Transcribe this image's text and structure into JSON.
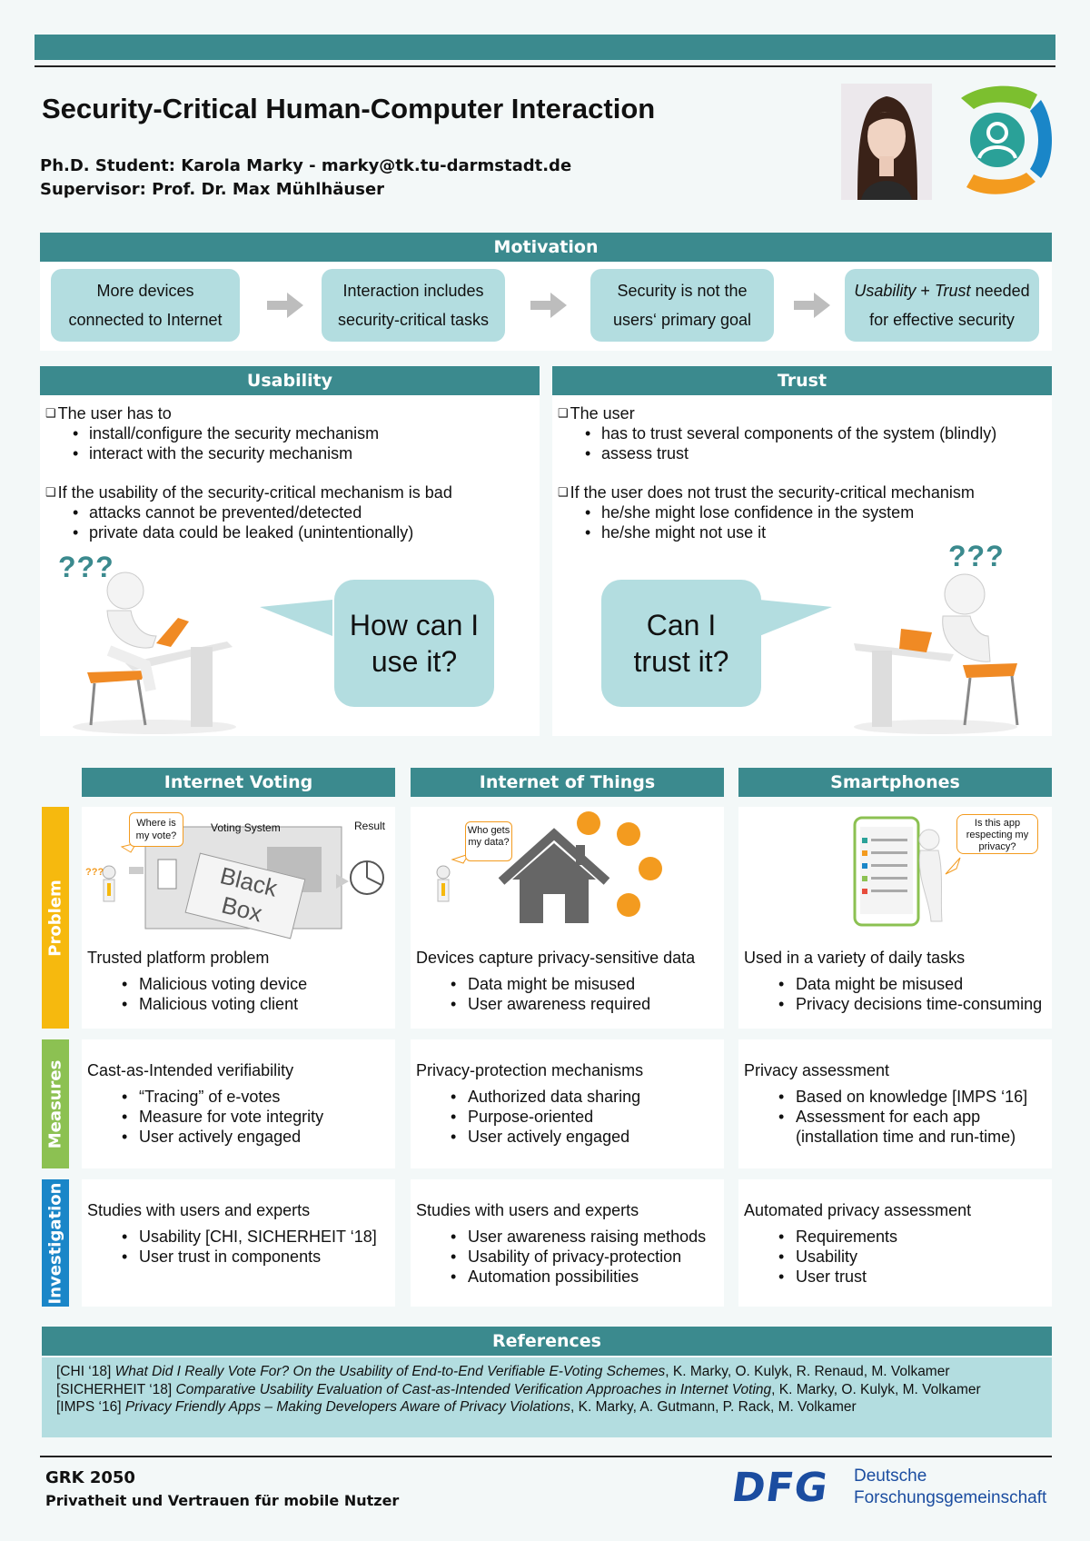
{
  "title": "Security-Critical Human-Computer Interaction",
  "student_line": "Ph.D. Student: Karola Marky - marky@tk.tu-darmstadt.de",
  "supervisor_line": "Supervisor: Prof. Dr. Max Mühlhäuser",
  "motivation": {
    "header": "Motivation",
    "boxes": [
      {
        "line1": "More devices",
        "line2": "connected to Internet"
      },
      {
        "line1": "Interaction includes",
        "line2": "security-critical tasks"
      },
      {
        "line1": "Security is not the",
        "line2": "users‘ primary goal"
      },
      {
        "usability": "Usability",
        "plus": " + ",
        "trust": "Trust",
        "needed": " needed",
        "line2": "for effective security"
      }
    ]
  },
  "usability": {
    "header": "Usability",
    "item1": "The user has to",
    "item1_bullets": [
      "install/configure the security mechanism",
      "interact with the security mechanism"
    ],
    "item2": "If the usability of the security-critical mechanism is bad",
    "item2_bullets": [
      "attacks cannot be prevented/detected",
      "private data could be leaked (unintentionally)"
    ],
    "qqq": "???",
    "bubble_line1": "How can I",
    "bubble_line2": "use it?"
  },
  "trust": {
    "header": "Trust",
    "item1": "The user",
    "item1_bullets": [
      "has to trust several components of the system (blindly)",
      "assess trust"
    ],
    "item2": "If the user does not trust the security-critical mechanism",
    "item2_bullets": [
      "he/she might lose confidence in the system",
      "he/she might not use it"
    ],
    "qqq": "???",
    "bubble_line1": "Can I",
    "bubble_line2": "trust it?"
  },
  "columns": [
    {
      "header": "Internet Voting",
      "illustration": {
        "callout": "Where is my vote?",
        "system_label": "Voting System",
        "result_label": "Result",
        "black_box": "Black Box",
        "qqq": "???"
      },
      "problem": {
        "title": "Trusted platform problem",
        "bullets": [
          "Malicious voting device",
          "Malicious voting client"
        ]
      },
      "measures": {
        "title": "Cast-as-Intended verifiability",
        "bullets": [
          "“Tracing” of e-votes",
          "Measure for vote integrity",
          "User actively engaged"
        ]
      },
      "investigation": {
        "title": "Studies with users and experts",
        "bullets": [
          "Usability [CHI, SICHERHEIT ‘18]",
          "User trust in components"
        ]
      }
    },
    {
      "header": "Internet of Things",
      "illustration": {
        "callout": "Who gets my data?"
      },
      "problem": {
        "title": "Devices capture privacy-sensitive data",
        "bullets": [
          "Data might be misused",
          "User awareness required"
        ]
      },
      "measures": {
        "title": "Privacy-protection mechanisms",
        "bullets": [
          "Authorized data sharing",
          "Purpose-oriented",
          "User actively engaged"
        ]
      },
      "investigation": {
        "title": "Studies with users and experts",
        "bullets": [
          "User awareness raising methods",
          "Usability of privacy-protection",
          "Automation possibilities"
        ]
      }
    },
    {
      "header": "Smartphones",
      "illustration": {
        "callout": "Is this app respecting my privacy?"
      },
      "problem": {
        "title": "Used in a variety of daily tasks",
        "bullets": [
          "Data might be misused",
          "Privacy decisions time-consuming"
        ]
      },
      "measures": {
        "title": "Privacy assessment",
        "bullets": [
          "Based on knowledge [IMPS ‘16]",
          "Assessment for each app",
          "(installation time and run-time)"
        ]
      },
      "investigation": {
        "title": "Automated privacy assessment",
        "bullets": [
          "Requirements",
          "Usability",
          "User trust"
        ]
      }
    }
  ],
  "row_labels": {
    "problem": "Problem",
    "measures": "Measures",
    "investigation": "Investigation"
  },
  "row_colors": {
    "problem": "#f6b90e",
    "measures": "#8cc152",
    "investigation": "#1a86c8",
    "accent": "#3b8a8e",
    "bubble": "#b3dde0"
  },
  "references": {
    "header": "References",
    "items": [
      {
        "tag": "[CHI ‘18] ",
        "title": "What Did I Really Vote For? On the Usability of End-to-End Verifiable E-Voting Schemes",
        "authors": ", K. Marky, O. Kulyk, R. Renaud, M. Volkamer"
      },
      {
        "tag": "[SICHERHEIT ‘18] ",
        "title": "Comparative Usability Evaluation of Cast-as-Intended Verification Approaches in Internet Voting",
        "authors": ", K. Marky, O. Kulyk, M. Volkamer"
      },
      {
        "tag": "[IMPS ‘16] ",
        "title": "Privacy Friendly Apps – Making Developers Aware of Privacy Violations",
        "authors": ", K. Marky, A. Gutmann, P. Rack, M. Volkamer"
      }
    ]
  },
  "footer": {
    "grk": "GRK 2050",
    "subtitle": "Privatheit und Vertrauen für mobile Nutzer",
    "dfg_logo": "DFG",
    "dfg_line1": "Deutsche",
    "dfg_line2": "Forschungsgemeinschaft"
  }
}
